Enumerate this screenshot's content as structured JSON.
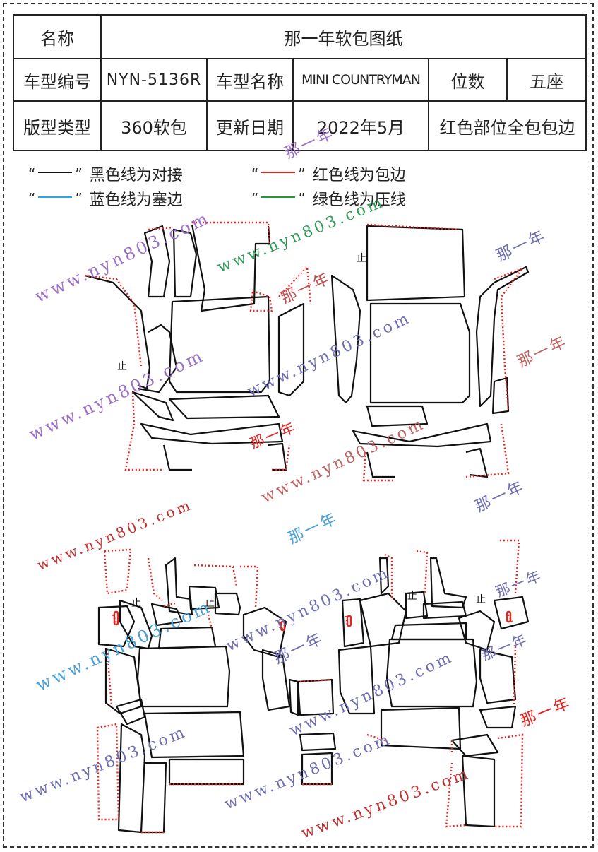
{
  "table": {
    "name_label": "名称",
    "name_value": "那一年软包图纸",
    "model_code_label": "车型编号",
    "model_code_value": "NYN-5136R",
    "model_name_label": "车型名称",
    "model_name_value": "MINI COUNTRYMAN",
    "seats_label": "位数",
    "seats_value": "五座",
    "layout_type_label": "版型类型",
    "layout_type_value": "360软包",
    "update_label": "更新日期",
    "update_value": "2022年5月",
    "note_value": "红色部位全包包边"
  },
  "legend": [
    {
      "quote_open": "“",
      "quote_close": "”",
      "text": "黑色线为对接",
      "color": "#111111"
    },
    {
      "quote_open": "“",
      "quote_close": "”",
      "text": "红色线为包边",
      "color": "#e8231f"
    },
    {
      "quote_open": "“",
      "quote_close": "”",
      "text": "蓝色线为塞边",
      "color": "#29a8e0"
    },
    {
      "quote_open": "“",
      "quote_close": "”",
      "text": "绿色线为压线",
      "color": "#1e9a3c"
    }
  ],
  "stop_mark": "止",
  "watermarks": {
    "url": "www.nyn803.com",
    "brand": "那一年"
  },
  "colors": {
    "seam_black": "#111111",
    "edge_red": "#e8231f"
  }
}
